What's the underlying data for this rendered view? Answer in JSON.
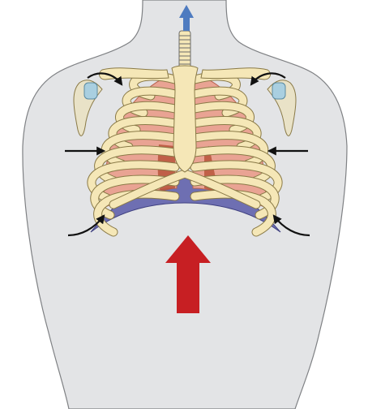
{
  "diagram": {
    "colors": {
      "background": "#ffffff",
      "body_fill": "#e3e4e6",
      "body_stroke": "#7f8184",
      "lung_fill": "#e9a393",
      "lung_stroke": "#b8624f",
      "lung_dark": "#b8553b",
      "bone_fill": "#f5e7b7",
      "bone_stroke": "#8a7a47",
      "diaphragm_fill": "#6e6fb2",
      "scapula_fill": "#e9e2c7",
      "cartilage_fill": "#a9cfe0",
      "upward_arrow": "#c71f23",
      "trachea_arrow": "#4e7bc0",
      "force_arrows": "#111111"
    },
    "icons": [
      "torso-silhouette",
      "rib-cage",
      "sternum",
      "lungs",
      "diaphragm",
      "trachea",
      "upward-arrow",
      "force-arrows"
    ]
  }
}
